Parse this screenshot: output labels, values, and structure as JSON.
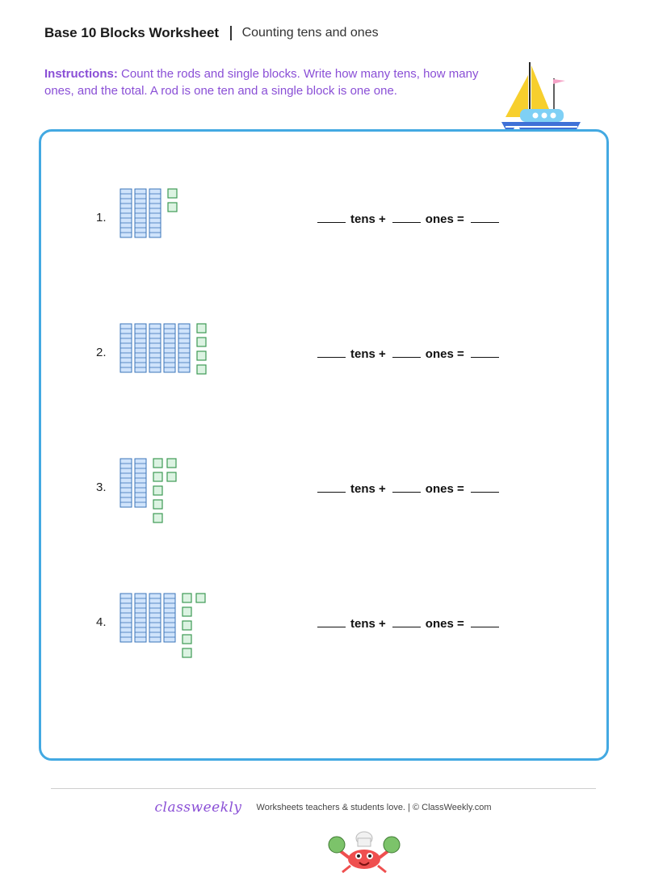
{
  "header": {
    "title": "Base 10 Blocks Worksheet",
    "subtitle": "Counting tens and ones"
  },
  "instructions": {
    "label": "Instructions:",
    "text": "Count the rods and single blocks. Write how many tens, how many ones, and the total. A rod is one ten and a single block is one one."
  },
  "problems": [
    {
      "number": "1.",
      "rods": 3,
      "ones": 2
    },
    {
      "number": "2.",
      "rods": 5,
      "ones": 4
    },
    {
      "number": "3.",
      "rods": 2,
      "ones": 7
    },
    {
      "number": "4.",
      "rods": 4,
      "ones": 6
    }
  ],
  "equation": {
    "tens_label": "tens +",
    "ones_label": "ones ="
  },
  "decorations": {
    "top_right": "sailboat-illustration",
    "bottom": "crab-chef-illustration"
  },
  "footer": {
    "logo": "classweekly",
    "tagline": "Worksheets teachers & students love.  |  © ClassWeekly.com"
  },
  "colors": {
    "accent": "#8a4fd6",
    "panel_border": "#43a9e2",
    "rod_fill": "#cfe3fb",
    "rod_stroke": "#3b74b8",
    "unit_fill": "#dcf3e2",
    "unit_stroke": "#3e9a55"
  }
}
